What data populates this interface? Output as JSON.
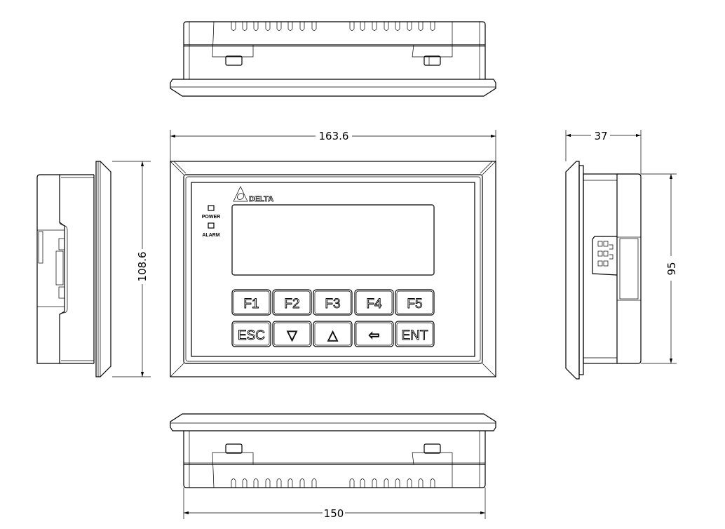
{
  "dimensions": {
    "width": "163.6",
    "height": "108.6",
    "depth": "37",
    "body_height": "95",
    "body_width": "150"
  },
  "front": {
    "brand": "DELTA",
    "leds": [
      "POWER",
      "ALARM"
    ],
    "keys_row1": [
      "F1",
      "F2",
      "F3",
      "F4",
      "F5"
    ],
    "keys_row2": [
      "ESC",
      "▽",
      "△",
      "⇦",
      "ENT"
    ]
  }
}
